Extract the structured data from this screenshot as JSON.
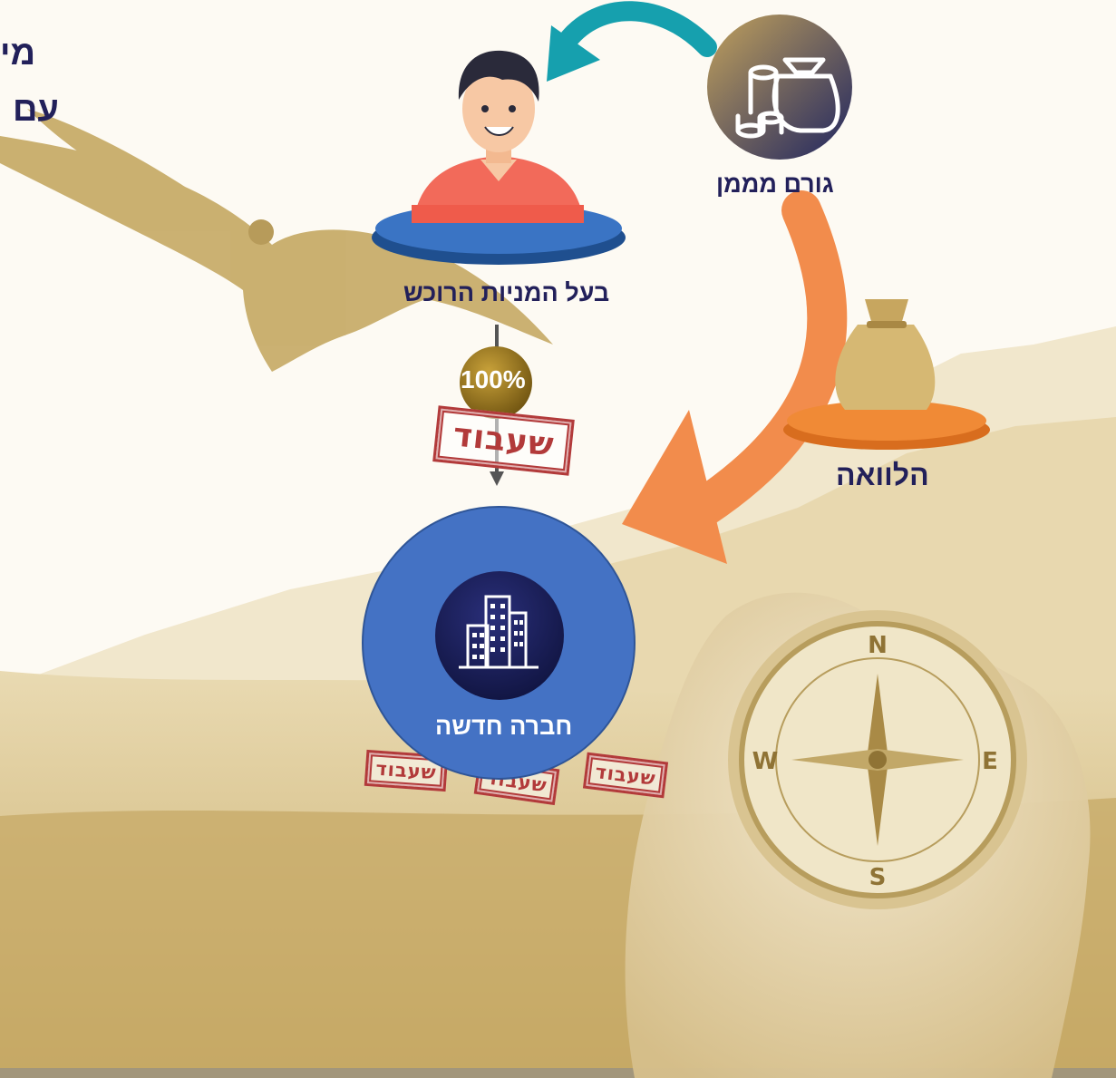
{
  "header": {
    "line1": "מי",
    "line2": "עם"
  },
  "nodes": {
    "owner": "בעל המניות הרוכש",
    "financier": "גורם מממן",
    "loan": "הלוואה",
    "company": "חברה חדשה"
  },
  "ownership_percent": "100%",
  "stamp_text": "שעבוד",
  "colors": {
    "navy": "#22205a",
    "company_blue": "#4472c4",
    "teal_arrow": "#16a0ae",
    "orange_arrow": "#f28c4c",
    "stamp_red": "#b23a3a",
    "sepia": "#cdb272"
  },
  "icons": {
    "owner": "person-avatar-icon",
    "financier": "money-bag-coins-icon",
    "loan": "money-sack-icon",
    "company": "office-buildings-icon"
  }
}
